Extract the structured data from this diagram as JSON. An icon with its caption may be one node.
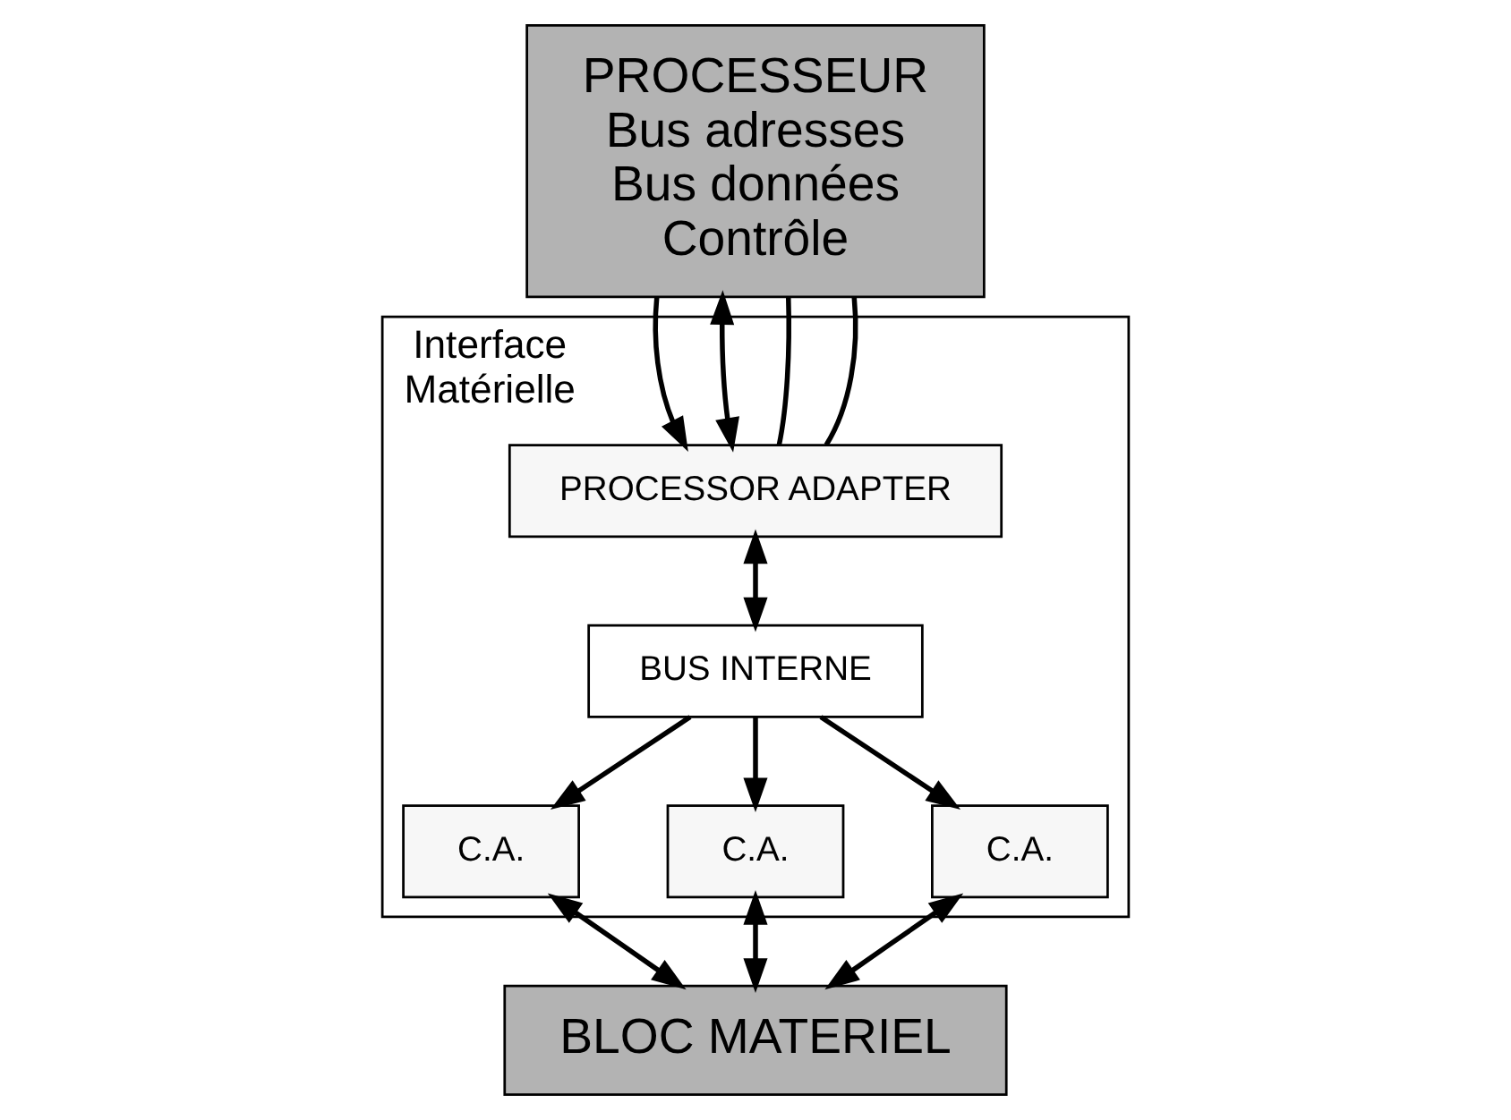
{
  "diagram": {
    "nodes": [
      {
        "text": [
          "PROCESSEUR",
          "Bus adresses",
          "Bus données",
          "Contrôle"
        ]
      },
      {
        "text": [
          "Interface Matérielle"
        ]
      },
      {
        "text": [
          "PROCESSOR ADAPTER"
        ],
        "in": 1
      },
      {
        "text": [
          "BUS INTERNE"
        ],
        "in": 1
      },
      {
        "text": [
          "C.A."
        ],
        "in": 1
      },
      {
        "text": [
          "C.A."
        ],
        "in": 1
      },
      {
        "text": [
          "C.A."
        ],
        "in": 1
      },
      {
        "text": [
          "BLOC MATERIEL"
        ]
      }
    ],
    "edges": [
      {
        "from": 0,
        "to": 2,
        "arrow": "to"
      },
      {
        "from": 0,
        "to": 2,
        "arrow": "both"
      },
      {
        "from": 0,
        "to": 2,
        "arrow": "none"
      },
      {
        "from": 0,
        "to": 2,
        "arrow": "none"
      },
      {
        "from": 2,
        "to": 3,
        "arrow": "both"
      },
      {
        "from": 3,
        "to": 4,
        "arrow": "to"
      },
      {
        "from": 3,
        "to": 5,
        "arrow": "to"
      },
      {
        "from": 3,
        "to": 6,
        "arrow": "to"
      },
      {
        "from": 4,
        "to": 7,
        "arrow": "both"
      },
      {
        "from": 5,
        "to": 7,
        "arrow": "both"
      },
      {
        "from": 6,
        "to": 7,
        "arrow": "both"
      }
    ]
  }
}
